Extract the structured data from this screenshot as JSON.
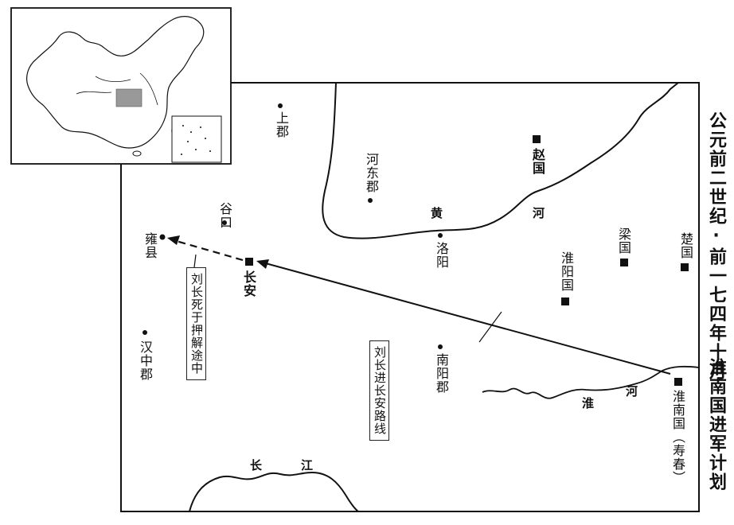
{
  "title_right": "公元前二世纪·前一七四年十月",
  "title_right2": "淮南国进军计划",
  "places": {
    "shangjun": "上郡",
    "hedongjun": "河东郡",
    "zhao": "赵国",
    "gukou": "谷口",
    "yongxian": "雍县",
    "changan": "长安",
    "luoyang": "洛阳",
    "liang": "梁国",
    "chu": "楚国",
    "huaiyang": "淮阳国",
    "hanzhongjun": "汉中郡",
    "nanyangjun": "南阳郡",
    "huainan": "淮南国（寿春）"
  },
  "rivers": {
    "huang_1": "黄",
    "huang_2": "河",
    "huai_1": "淮",
    "huai_2": "河",
    "chang_1": "长",
    "chang_2": "江"
  },
  "callouts": {
    "death": "刘长死于押解途中",
    "route": "刘长进长安路线"
  },
  "colors": {
    "line": "#111111",
    "highlight": "#999999"
  }
}
